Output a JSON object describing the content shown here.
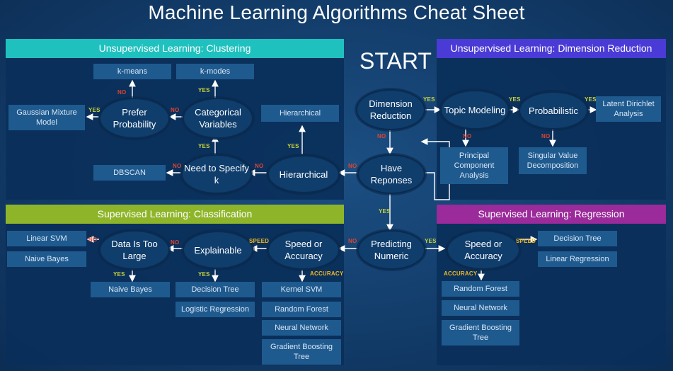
{
  "title": "Machine Learning Algorithms Cheat Sheet",
  "start": "START",
  "colors": {
    "clustering": "#1fc1bf",
    "dimension_reduction": "#4a3bd6",
    "classification": "#8eb52a",
    "regression": "#9b2a9a",
    "yes": "#c7d23a",
    "no": "#e0442e",
    "speed": "#f2b81e"
  },
  "sections": {
    "clustering": "Unsupervised Learning: Clustering",
    "dimension_reduction": "Unsupervised Learning: Dimension Reduction",
    "classification": "Supervised Learning: Classification",
    "regression": "Supervised Learning: Regression"
  },
  "decisions": {
    "dimension_reduction": "Dimension Reduction",
    "topic_modeling": "Topic Modeling",
    "probabilistic": "Probabilistic",
    "have_responses": "Have Reponses",
    "hierarchical": "Hierarchical",
    "need_to_specify_k": "Need to Specify k",
    "categorical_variables": "Categorical Variables",
    "prefer_probability": "Prefer Probability",
    "predicting_numeric": "Predicting Numeric",
    "speed_or_accuracy_cls": "Speed or Accuracy",
    "explainable": "Explainable",
    "data_too_large": "Data Is Too Large",
    "speed_or_accuracy_reg": "Speed or Accuracy"
  },
  "algorithms": {
    "k_means": "k-means",
    "k_modes": "k-modes",
    "gmm": "Gaussian Mixture Model",
    "hierarchical": "Hierarchical",
    "dbscan": "DBSCAN",
    "lda": "Latent Dirichlet Analysis",
    "pca": "Principal Component Analysis",
    "svd": "Singular Value Decomposition",
    "linear_svm": "Linear SVM",
    "naive_bayes_a": "Naive Bayes",
    "naive_bayes_b": "Naive Bayes",
    "decision_tree_cls": "Decision Tree",
    "logistic_regression": "Logistic Regression",
    "kernel_svm": "Kernel SVM",
    "random_forest_cls": "Random Forest",
    "neural_network_cls": "Neural Network",
    "gbt_cls": "Gradient Boosting Tree",
    "decision_tree_reg": "Decision Tree",
    "linear_regression": "Linear Regression",
    "random_forest_reg": "Random Forest",
    "neural_network_reg": "Neural Network",
    "gbt_reg": "Gradient Boosting Tree"
  },
  "labels": {
    "yes": "YES",
    "no": "NO",
    "speed": "SPEED",
    "accuracy": "ACCURACY"
  }
}
